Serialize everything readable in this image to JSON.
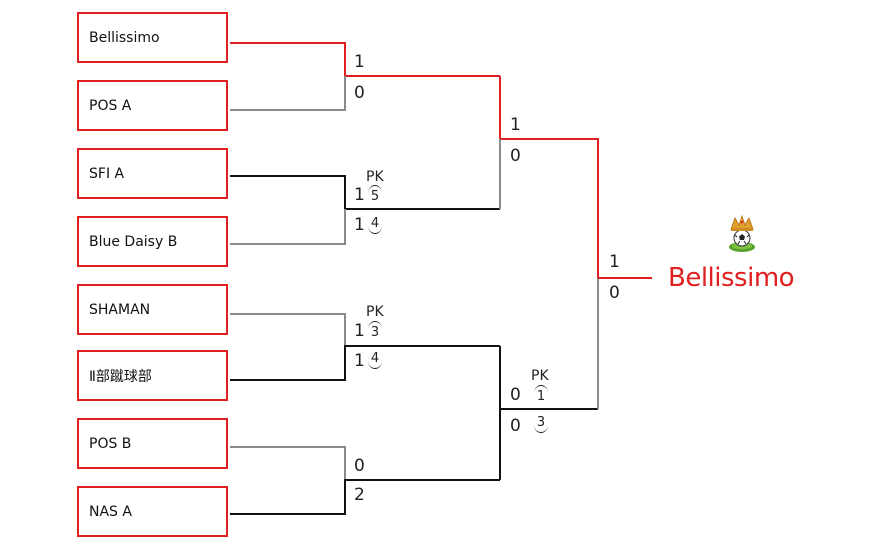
{
  "colors": {
    "winner": "#e02020",
    "active": "#111111",
    "eliminated": "#8a8a8a",
    "box_border": "#e02020"
  },
  "teams": [
    {
      "name": "Bellissimo"
    },
    {
      "name": "POS A"
    },
    {
      "name": "SFI A"
    },
    {
      "name": "Blue Daisy B"
    },
    {
      "name": "SHAMAN"
    },
    {
      "name": "Ⅱ部蹴球部"
    },
    {
      "name": "POS B"
    },
    {
      "name": "NAS A"
    }
  ],
  "round1": [
    {
      "top_score": "1",
      "bottom_score": "0"
    },
    {
      "top_score": "1",
      "bottom_score": "1",
      "pk_label": "PK",
      "top_pk": "5",
      "bottom_pk": "4"
    },
    {
      "top_score": "1",
      "bottom_score": "1",
      "pk_label": "PK",
      "top_pk": "3",
      "bottom_pk": "4"
    },
    {
      "top_score": "0",
      "bottom_score": "2"
    }
  ],
  "semifinals": [
    {
      "top_score": "1",
      "bottom_score": "0"
    },
    {
      "top_score": "0",
      "bottom_score": "0",
      "pk_label": "PK",
      "top_pk": "1",
      "bottom_pk": "3"
    }
  ],
  "final": {
    "top_score": "1",
    "bottom_score": "0"
  },
  "champion": {
    "name": "Bellissimo",
    "icon": "trophy-ball-icon"
  }
}
